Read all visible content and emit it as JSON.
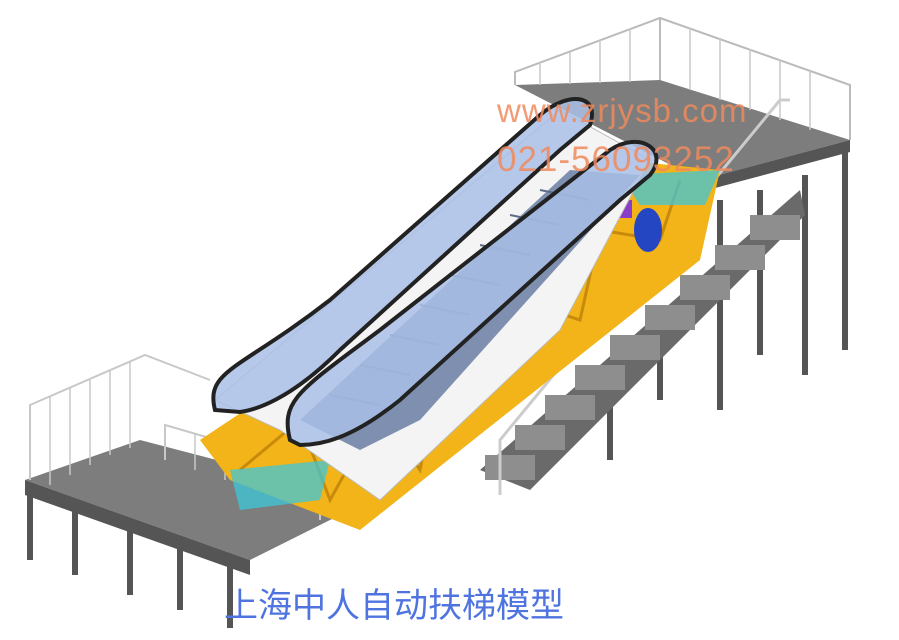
{
  "watermark": {
    "url": "www.zrjysb.com",
    "phone": "021-56093252"
  },
  "caption": "上海中人自动扶梯模型",
  "colors": {
    "truss": "#f2b418",
    "handrail_glass": "#a9bfe6",
    "platform": "#8a8a8a",
    "caption": "#4f74e0",
    "watermark": "#f08a5d"
  }
}
